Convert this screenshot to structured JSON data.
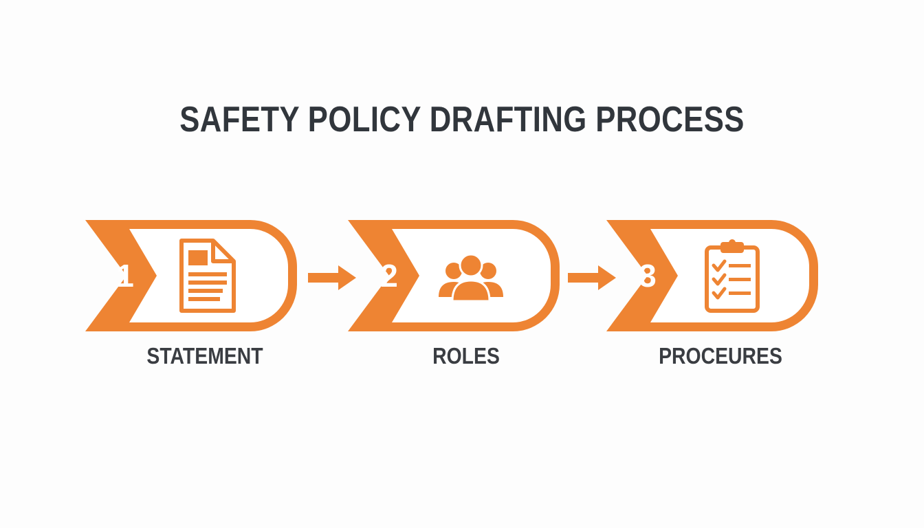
{
  "title": "SAFETY POLICY DRAFTING PROCESS",
  "accent_color": "#ee8433",
  "text_color": "#31363c",
  "steps": [
    {
      "number": "1",
      "label": "STATEMENT",
      "icon": "document-icon"
    },
    {
      "number": "2",
      "label": "ROLES",
      "icon": "people-group-icon"
    },
    {
      "number": "3",
      "label": "PROCEURES",
      "icon": "clipboard-checklist-icon"
    }
  ],
  "connectors": [
    {
      "from": "1",
      "to": "2",
      "icon": "arrow-right-icon"
    },
    {
      "from": "2",
      "to": "3",
      "icon": "arrow-right-icon"
    }
  ]
}
